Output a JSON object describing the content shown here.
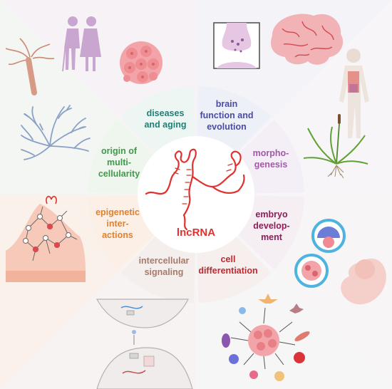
{
  "center": {
    "label": "lncRNA",
    "color": "#e0312f"
  },
  "sectors": [
    {
      "id": "diseases",
      "lines": [
        "diseases",
        "and aging"
      ],
      "color": "#1f7f74"
    },
    {
      "id": "brain",
      "lines": [
        "brain",
        "function and",
        "evolution"
      ],
      "color": "#4a4aa8"
    },
    {
      "id": "morpho",
      "lines": [
        "morpho-",
        "genesis"
      ],
      "color": "#a05aa8"
    },
    {
      "id": "embryo",
      "lines": [
        "embryo",
        "develop-",
        "ment"
      ],
      "color": "#8a1f5a"
    },
    {
      "id": "cell",
      "lines": [
        "cell",
        "differentiation"
      ],
      "color": "#c0282e"
    },
    {
      "id": "intercellular",
      "lines": [
        "intercellular",
        "signaling"
      ],
      "color": "#a87a6a"
    },
    {
      "id": "epigenetic",
      "lines": [
        "epigenetic",
        "inter-",
        "actions"
      ],
      "color": "#e0822e"
    },
    {
      "id": "origin",
      "lines": [
        "origin of",
        "multi-",
        "cellularity"
      ],
      "color": "#3f9a4a"
    }
  ]
}
